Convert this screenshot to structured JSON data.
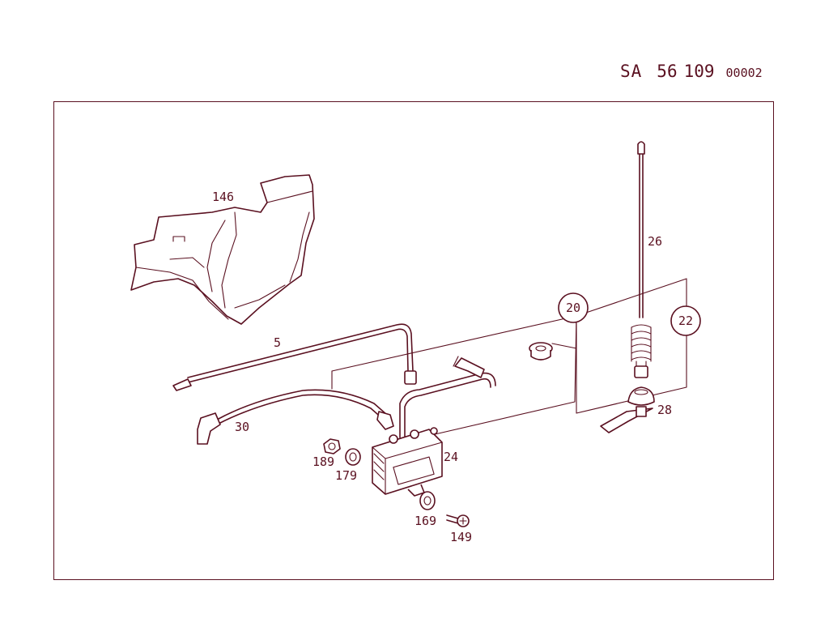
{
  "header": {
    "prefix": "SA",
    "group": "56",
    "number": "109",
    "sheet": "00002"
  },
  "callouts": {
    "c146": "146",
    "c5": "5",
    "c30": "30",
    "c189": "189",
    "c179": "179",
    "c24": "24",
    "c169": "169",
    "c149": "149",
    "c26": "26",
    "c28": "28",
    "c20": "20",
    "c22": "22"
  },
  "colors": {
    "ink": "#5a1020",
    "background": "#ffffff"
  }
}
